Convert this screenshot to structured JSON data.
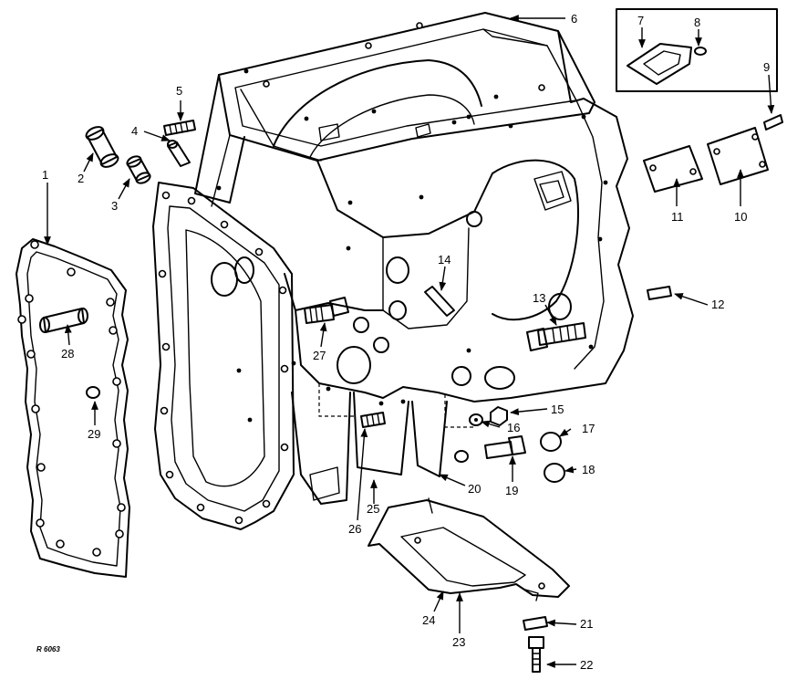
{
  "figure_code": "R 6063",
  "callouts": [
    {
      "id": "1",
      "label": "1"
    },
    {
      "id": "2",
      "label": "2"
    },
    {
      "id": "3",
      "label": "3"
    },
    {
      "id": "4",
      "label": "4"
    },
    {
      "id": "5",
      "label": "5"
    },
    {
      "id": "6",
      "label": "6"
    },
    {
      "id": "7",
      "label": "7"
    },
    {
      "id": "8",
      "label": "8"
    },
    {
      "id": "9",
      "label": "9"
    },
    {
      "id": "10",
      "label": "10"
    },
    {
      "id": "11",
      "label": "11"
    },
    {
      "id": "12",
      "label": "12"
    },
    {
      "id": "13",
      "label": "13"
    },
    {
      "id": "14",
      "label": "14"
    },
    {
      "id": "15",
      "label": "15"
    },
    {
      "id": "16",
      "label": "16"
    },
    {
      "id": "17",
      "label": "17"
    },
    {
      "id": "18",
      "label": "18"
    },
    {
      "id": "19",
      "label": "19"
    },
    {
      "id": "20",
      "label": "20"
    },
    {
      "id": "21",
      "label": "21"
    },
    {
      "id": "22",
      "label": "22"
    },
    {
      "id": "23",
      "label": "23"
    },
    {
      "id": "24",
      "label": "24"
    },
    {
      "id": "25",
      "label": "25"
    },
    {
      "id": "26",
      "label": "26"
    },
    {
      "id": "27",
      "label": "27"
    },
    {
      "id": "28",
      "label": "28"
    },
    {
      "id": "29",
      "label": "29"
    }
  ]
}
